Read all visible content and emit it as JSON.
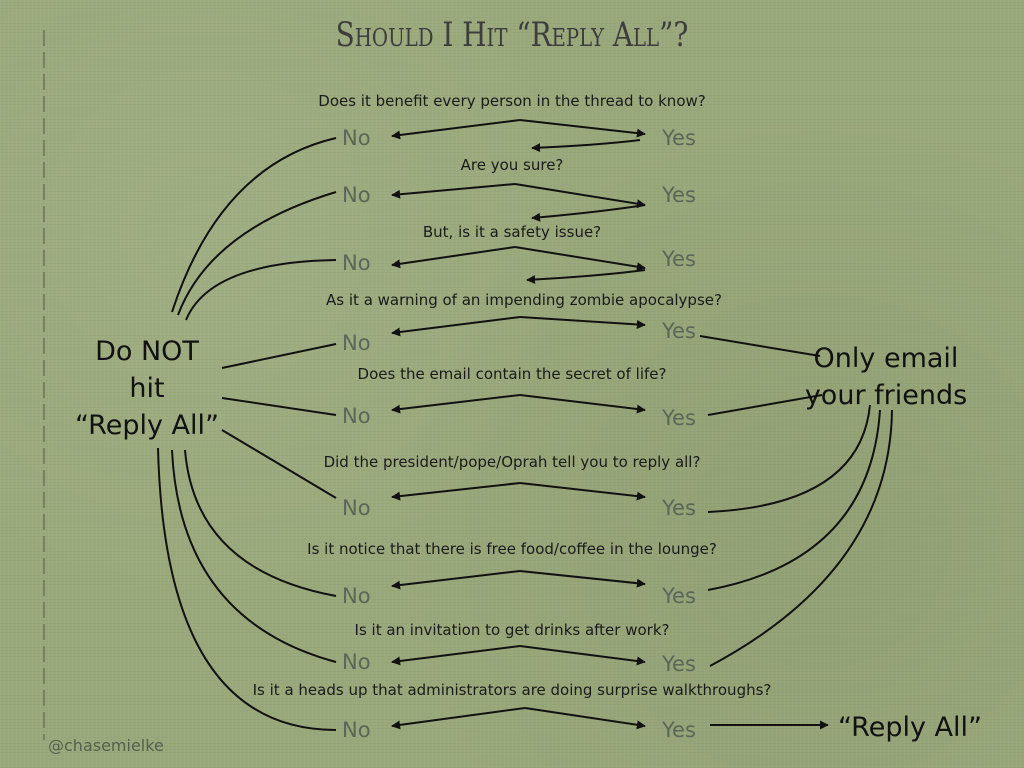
{
  "title": "Should I Hit “Reply All”?",
  "questions": [
    "Does it benefit every person in the thread to know?",
    "Are you sure?",
    "But, is it a safety issue?",
    "As it a warning of an impending zombie apocalypse?",
    "Does the email contain the secret of life?",
    "Did the president/pope/Oprah tell you to reply all?",
    "Is it notice that there is free food/coffee in the lounge?",
    "Is it an invitation to get drinks after work?",
    "Is it a heads up that administrators are doing surprise walkthroughs?"
  ],
  "answers": {
    "no": "No",
    "yes": "Yes"
  },
  "outcomes": {
    "do_not": [
      "Do NOT",
      "hit",
      "“Reply All”"
    ],
    "friends": [
      "Only email",
      "your friends"
    ],
    "reply_all": "“Reply All”"
  },
  "credit": "@chasemielke"
}
